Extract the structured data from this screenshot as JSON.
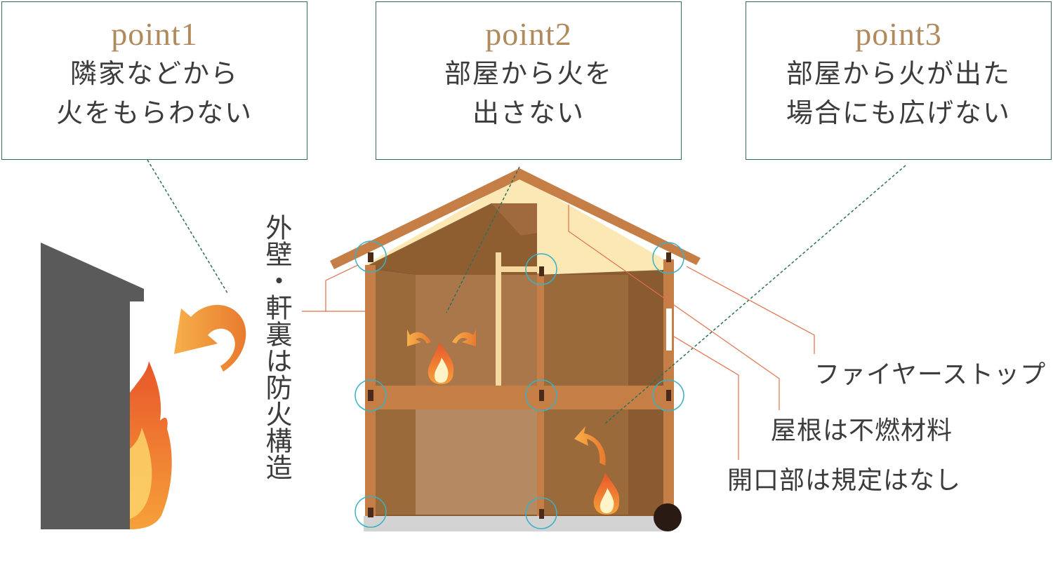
{
  "points": [
    {
      "title": "point1",
      "lines": [
        "隣家などから",
        "火をもらわない"
      ]
    },
    {
      "title": "point2",
      "lines": [
        "部屋から火を",
        "出さない"
      ]
    },
    {
      "title": "point3",
      "lines": [
        "部屋から火が出た",
        "場合にも広げない"
      ]
    }
  ],
  "labels": {
    "exterior_wall": "外壁・軒裏は防火構造",
    "fire_stop": "ファイヤーストップ",
    "roof": "屋根は不燃材料",
    "opening": "開口部は規定はなし"
  },
  "colors": {
    "box_border": "#2f6f5a",
    "point_title": "#b08a5c",
    "wood": "#c67e47",
    "wall_dark": "#8a5a30",
    "attic": "#fbe8b4",
    "neighbor": "#5a5a5a",
    "leader": "#e0704a",
    "marker": "#3ab0c4"
  }
}
